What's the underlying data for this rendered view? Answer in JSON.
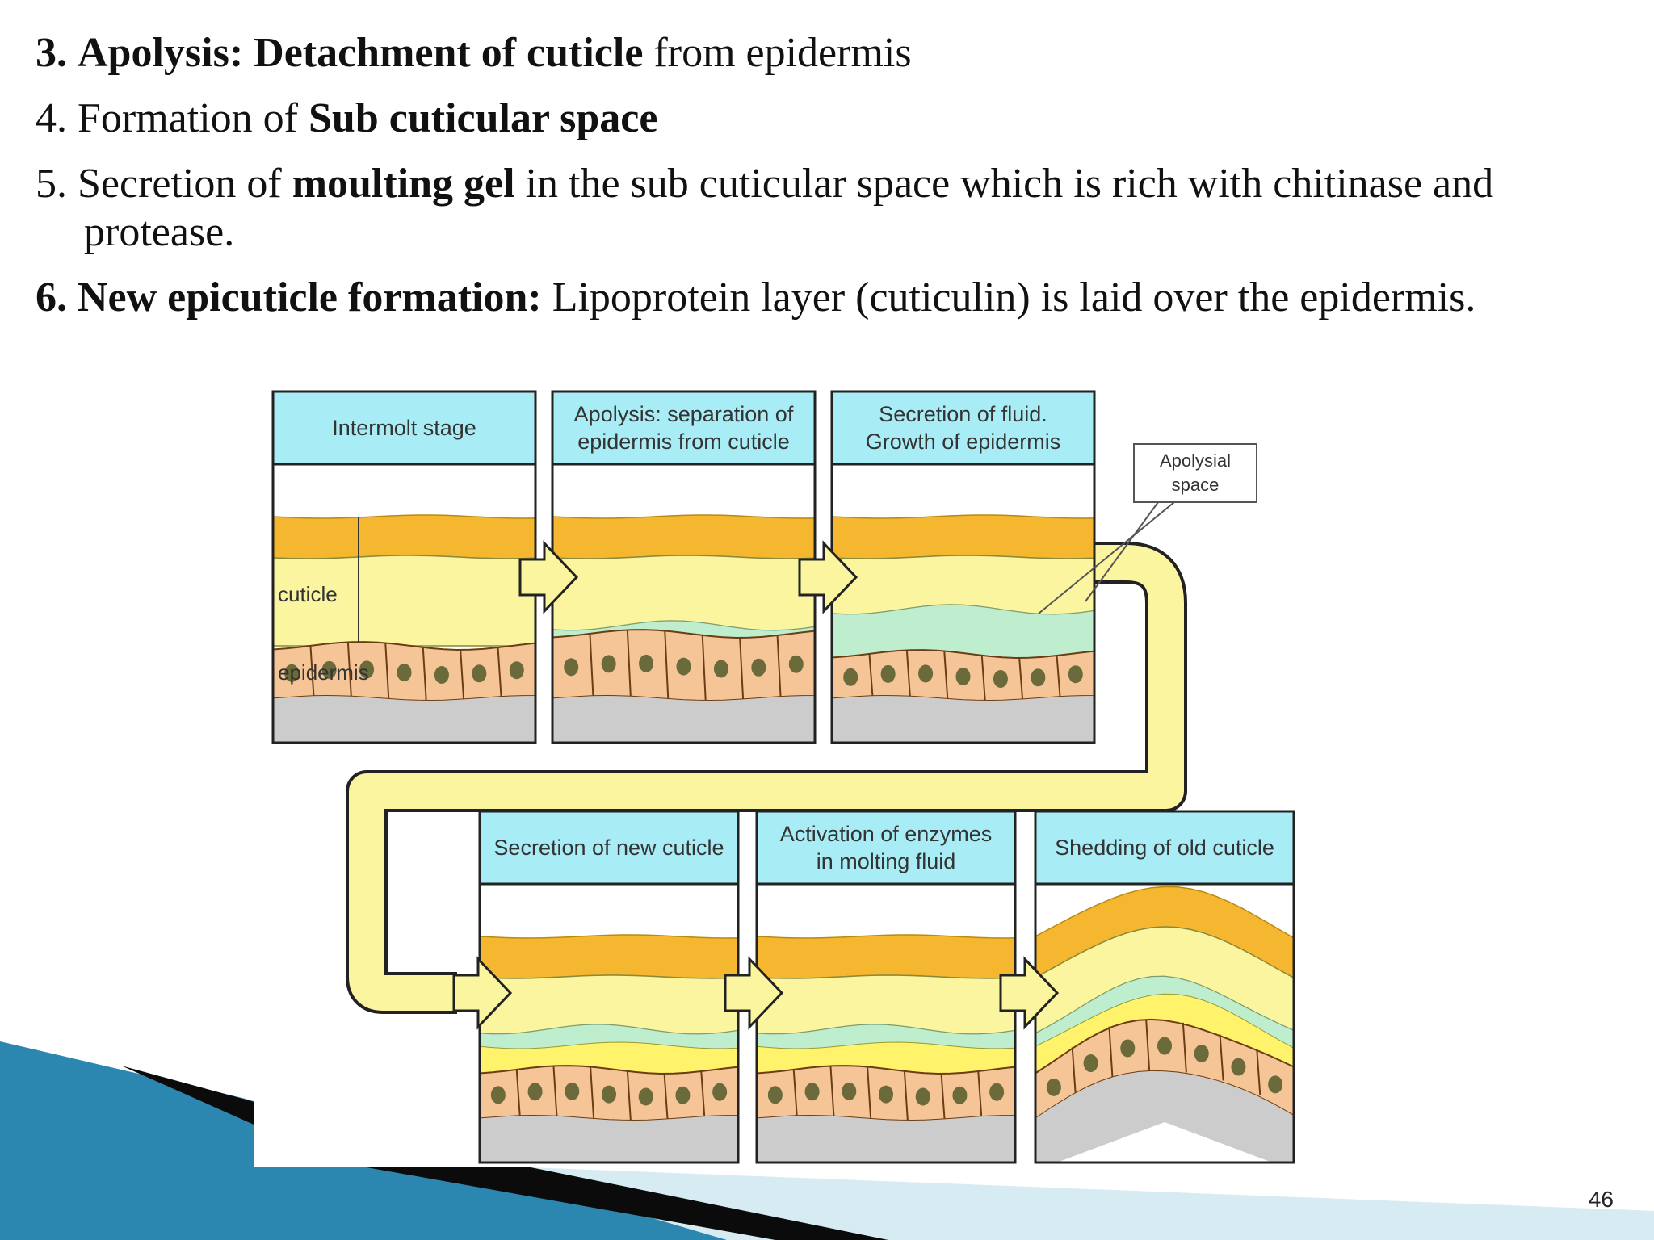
{
  "slide": {
    "bullets": [
      {
        "num": "3.",
        "bold": "Apolysis: Detachment of cuticle",
        "text": " from epidermis",
        "num_bold": true
      },
      {
        "num": "4.",
        "pre": "Formation of ",
        "bold": "Sub cuticular space",
        "num_bold": false
      },
      {
        "num": "5.",
        "pre": "Secretion of ",
        "bold": "moulting gel",
        "text": " in the sub cuticular space which is rich with chitinase and protease.",
        "num_bold": false
      },
      {
        "num": "6.",
        "bold": "New epicuticle formation:",
        "text": " Lipoprotein layer (cuticulin) is laid over the epidermis.",
        "num_bold": true
      }
    ],
    "page_number": "46"
  },
  "diagram": {
    "stages": [
      {
        "id": "intermolt",
        "lines": [
          "Intermolt stage"
        ]
      },
      {
        "id": "apolysis",
        "lines": [
          "Apolysis: separation of",
          "epidermis from cuticle"
        ]
      },
      {
        "id": "secretion-fluid",
        "lines": [
          "Secretion of fluid.",
          "Growth of epidermis"
        ]
      },
      {
        "id": "new-cuticle",
        "lines": [
          "Secretion of new cuticle"
        ]
      },
      {
        "id": "activation",
        "lines": [
          "Activation of enzymes",
          "in molting fluid"
        ]
      },
      {
        "id": "shedding",
        "lines": [
          "Shedding of old cuticle"
        ]
      }
    ],
    "labels": {
      "cuticle": "cuticle",
      "epidermis": "epidermis",
      "callout": [
        "Apolysial",
        "space"
      ]
    },
    "colors": {
      "header": "#a8ecf5",
      "orange": "#f5b730",
      "cuticle": "#fbf5a0",
      "fluid": "#bfeecf",
      "cell": "#f6c597",
      "nucleus": "#6a6a3a",
      "base": "#cccccc",
      "arrow": "#fbf5a0"
    }
  }
}
